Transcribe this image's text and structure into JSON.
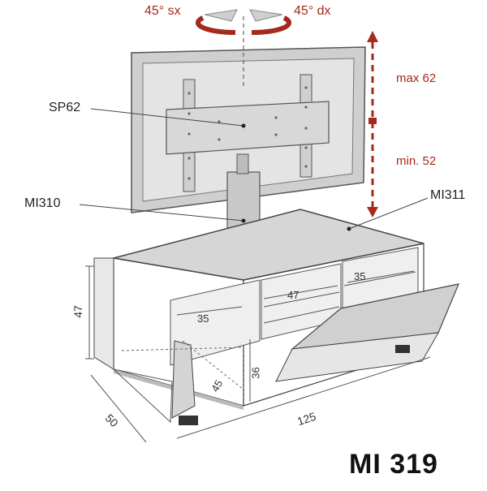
{
  "rotation": {
    "left_label": "45° sx",
    "right_label": "45° dx"
  },
  "height_range": {
    "max_label": "max 62",
    "min_label": "min. 52"
  },
  "callouts": {
    "bracket": "SP62",
    "column": "MI310",
    "cabinet": "MI311"
  },
  "dimensions": {
    "height": "47",
    "depth": "50",
    "width": "125",
    "left_inner_width": "35",
    "center_inner_width": "47",
    "right_inner_width": "35",
    "inner_height": "36",
    "inner_depth": "45"
  },
  "model": "MI 319",
  "colors": {
    "accent": "#a52a1e",
    "line": "#333333",
    "panel": "#d6d6d6"
  }
}
